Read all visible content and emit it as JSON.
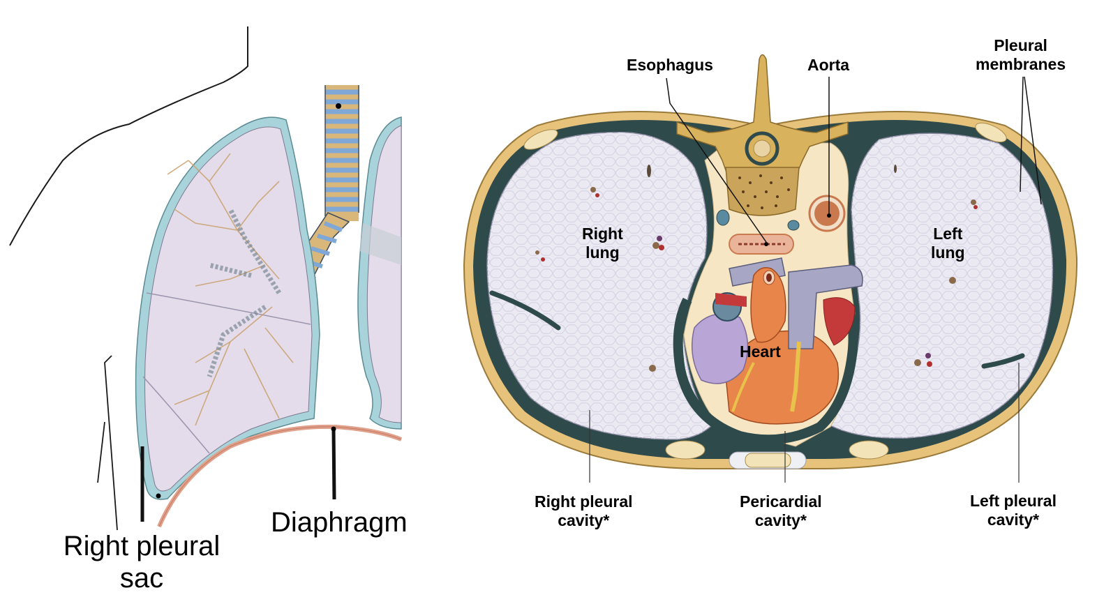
{
  "left_diagram": {
    "title": "Frontal view of right lung and pleura",
    "labels": {
      "right_pleural_sac": {
        "line1": "Right pleural",
        "line2": "sac"
      },
      "diaphragm": "Diaphragm"
    },
    "colors": {
      "pleura": "#a9d3da",
      "lung": "#e4dcea",
      "bronchi": "#8fb3d9",
      "cartilage": "#d9b67a",
      "diaphragm": "#e0a08a",
      "outline": "#1a1a1a"
    }
  },
  "right_diagram": {
    "title": "Transverse section of thorax",
    "labels": {
      "esophagus": "Esophagus",
      "aorta": "Aorta",
      "pleural_membranes": {
        "line1": "Pleural",
        "line2": "membranes"
      },
      "right_lung": {
        "line1": "Right",
        "line2": "lung"
      },
      "left_lung": {
        "line1": "Left",
        "line2": "lung"
      },
      "heart": "Heart",
      "right_pleural_cavity": {
        "line1": "Right pleural",
        "line2": "cavity*"
      },
      "pericardial_cavity": {
        "line1": "Pericardial",
        "line2": "cavity*"
      },
      "left_pleural_cavity": {
        "line1": "Left pleural",
        "line2": "cavity*"
      }
    },
    "colors": {
      "bone": "#d9b25e",
      "rib_wall": "#e6c27a",
      "pleura_dark": "#2f4a4a",
      "lung_tissue": "#ebe9f2",
      "mediastinum": "#f6e6c4",
      "heart_orange": "#e8854a",
      "heart_purple": "#b9a6d6",
      "vessel_gray": "#a7a6c4",
      "aorta": "#c9794d",
      "muscle": "#e9a07e"
    }
  }
}
